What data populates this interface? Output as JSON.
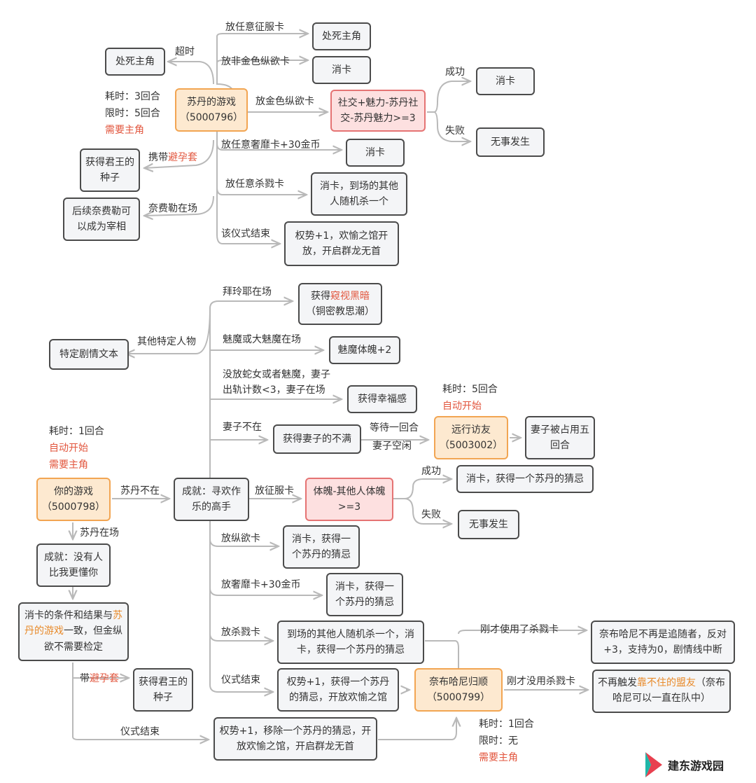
{
  "sudan_game": {
    "node": {
      "title": "苏丹的游戏",
      "code": "（5000796）"
    },
    "meta": {
      "cost": "耗时：3回合",
      "limit": "限时：5回合",
      "req": "需要主角"
    },
    "timeout_label": "超时",
    "timeout_result": "处死主角",
    "branches": [
      {
        "label": "放任意征服卡",
        "result": "处死主角"
      },
      {
        "label": "放非金色纵欲卡",
        "result": "消卡"
      },
      {
        "label": "放金色纵欲卡",
        "result": "社交+魅力-苏丹社交-苏丹魅力>=3"
      },
      {
        "label": "放任意奢靡卡+30金币",
        "result": "消卡"
      },
      {
        "label": "放任意杀戮卡",
        "result": "消卡，到场的其他人随机杀一个"
      },
      {
        "label": "该仪式结束",
        "result": "权势+1，欢愉之馆开放，开启群龙无首"
      }
    ],
    "check": {
      "success_label": "成功",
      "success_result": "消卡",
      "fail_label": "失败",
      "fail_result": "无事发生"
    },
    "condom_prefix": "携带",
    "condom_item": "避孕套",
    "condom_result": "获得君王的种子",
    "nafeile_label": "奈费勒在场",
    "nafeile_result": "后续奈费勒可以成为宰相"
  },
  "your_game": {
    "node": {
      "title": "你的游戏",
      "code": "（5000798）"
    },
    "meta": {
      "cost": "耗时：1回合",
      "auto": "自动开始",
      "req": "需要主角"
    },
    "absent_label": "苏丹不在",
    "achievement": "成就：寻欢作乐的高手",
    "present_label": "苏丹在场",
    "achievement2": "成就：没有人比我更懂你",
    "same": {
      "pre": "消卡的条件和结果与",
      "game": "苏丹的游戏",
      "post": "一致，但金纵欲不需要检定"
    },
    "condom_prefix": "带",
    "condom_item": "避孕套",
    "condom_result": "获得君王的种子",
    "ritual_label": "仪式结束",
    "ritual_result": "权势+1，移除一个苏丹的猜忌，开放欢愉之馆，开启群龙无首"
  },
  "top_branches": {
    "other_label": "其他特定人物",
    "other_result": "特定剧情文本",
    "bailing": {
      "label": "拜玲耶在场",
      "pre": "获得",
      "item": "窥视黑暗",
      "post": "（铜密教思潮）"
    },
    "succubus": {
      "label": "魅魔或大魅魔在场",
      "result": "魅魔体魄+2"
    },
    "wife_present": {
      "label1": "没放蛇女或者魅魔，妻子",
      "label2": "出轨计数<3，妻子在场",
      "result": "获得幸福感"
    },
    "wife_absent": {
      "label": "妻子不在",
      "result": "获得妻子的不满",
      "wait_label": "等待一回合",
      "idle_label": "妻子空闲"
    },
    "visit": {
      "title": "远行访友",
      "code": "（5003002）",
      "cost": "耗时：5回合",
      "auto": "自动开始",
      "result": "妻子被占用五回合"
    }
  },
  "card_branches": {
    "conquest": {
      "label": "放征服卡",
      "check": "体魄-其他人体魄>=3",
      "success_label": "成功",
      "success_result": "消卡，获得一个苏丹的猜忌",
      "fail_label": "失败",
      "fail_result": "无事发生"
    },
    "lust": {
      "label": "放纵欲卡",
      "result": "消卡，获得一个苏丹的猜忌"
    },
    "luxury": {
      "label": "放奢靡卡+30金币",
      "result": "消卡，获得一个苏丹的猜忌"
    },
    "kill": {
      "label": "放杀戮卡",
      "result": "到场的其他人随机杀一个，消卡，获得一个苏丹的猜忌"
    },
    "ritual": {
      "label": "仪式结束",
      "result": "权势+1，获得一个苏丹的猜忌，开放欢愉之馆"
    }
  },
  "nabuhani": {
    "node": {
      "title": "奈布哈尼归顺",
      "code": "（5000799）"
    },
    "meta": {
      "cost": "耗时：1回合",
      "limit": "限时：无",
      "req": "需要主角"
    },
    "used_label": "刚才使用了杀戮卡",
    "used_result": "奈布哈尼不再是追随者，反对+3，支持为0，剧情线中断",
    "not_used_label": "刚才没用杀戮卡",
    "not_used": {
      "pre": "不再触发",
      "item": "靠不住的盟友",
      "post": "（奈布哈尼可以一直在队中）"
    }
  },
  "watermark": "建东游戏园",
  "colors": {
    "orange_border": "#f2a552",
    "orange_fill": "#fde9d0",
    "red_border": "#e57373",
    "red_fill": "#fde0e0",
    "red_text": "#e2563e",
    "orange_text": "#e88a2a"
  }
}
